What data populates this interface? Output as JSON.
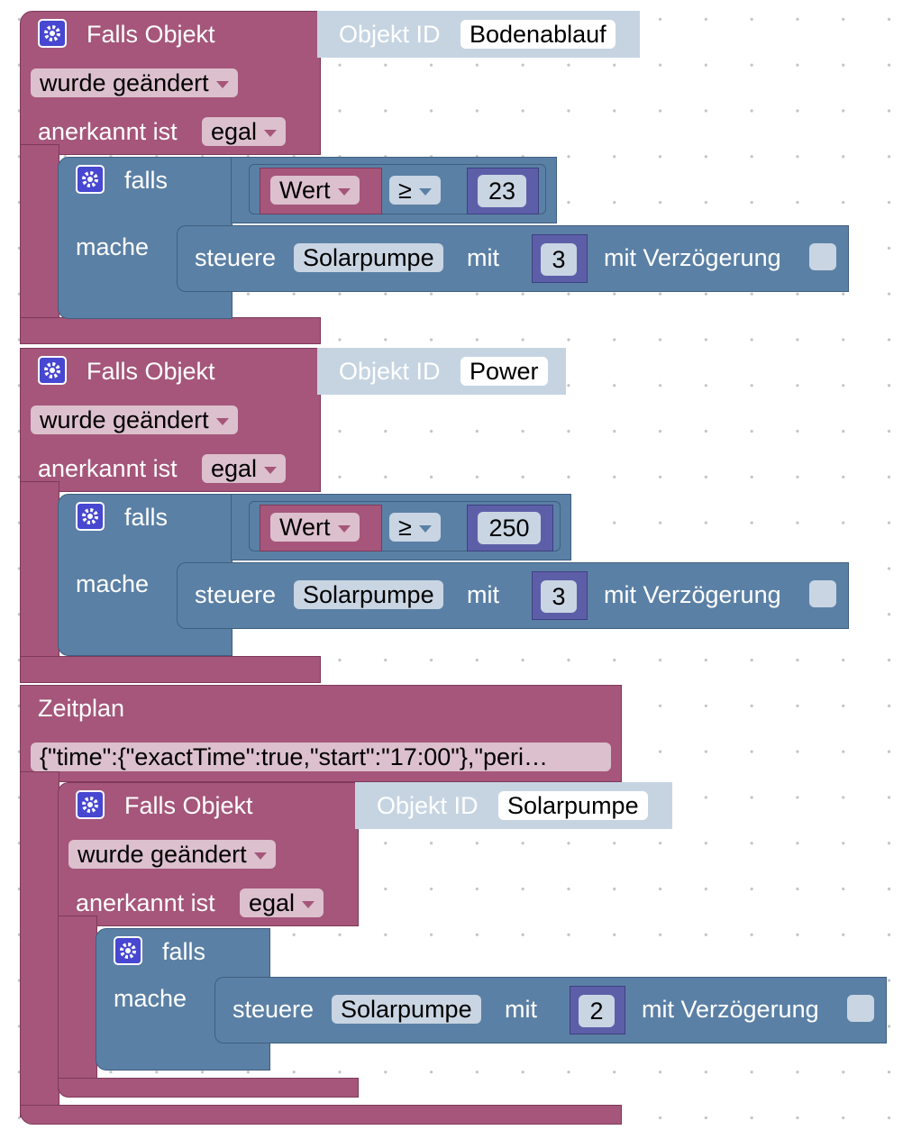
{
  "blocks": {
    "trigger1": {
      "title": "Falls Objekt",
      "event": "wurde geändert",
      "ack_label": "anerkannt ist",
      "ack_value": "egal",
      "objid_label": "Objekt ID",
      "objid_value": "Bodenablauf",
      "if_label": "falls",
      "do_label": "mache",
      "cond_left": "Wert",
      "cond_op": "≥",
      "cond_right": "23",
      "action": "steuere",
      "target": "Solarpumpe",
      "with": "mit",
      "value": "3",
      "delay_label": "mit Verzögerung"
    },
    "trigger2": {
      "title": "Falls Objekt",
      "event": "wurde geändert",
      "ack_label": "anerkannt ist",
      "ack_value": "egal",
      "objid_label": "Objekt ID",
      "objid_value": "Power",
      "if_label": "falls",
      "do_label": "mache",
      "cond_left": "Wert",
      "cond_op": "≥",
      "cond_right": "250",
      "action": "steuere",
      "target": "Solarpumpe",
      "with": "mit",
      "value": "3",
      "delay_label": "mit Verzögerung"
    },
    "schedule": {
      "title": "Zeitplan",
      "rule": "{\"time\":{\"exactTime\":true,\"start\":\"17:00\"},\"peri…"
    },
    "trigger3": {
      "title": "Falls Objekt",
      "event": "wurde geändert",
      "ack_label": "anerkannt ist",
      "ack_value": "egal",
      "objid_label": "Objekt ID",
      "objid_value": "Solarpumpe",
      "if_label": "falls",
      "do_label": "mache",
      "action": "steuere",
      "target": "Solarpumpe",
      "with": "mit",
      "value": "2",
      "delay_label": "mit Verzögerung"
    }
  },
  "colors": {
    "event_block": "#a5567a",
    "logic_block": "#5b80a5",
    "math_block": "#5c5fa8",
    "gear_icon": "#4747d1"
  }
}
